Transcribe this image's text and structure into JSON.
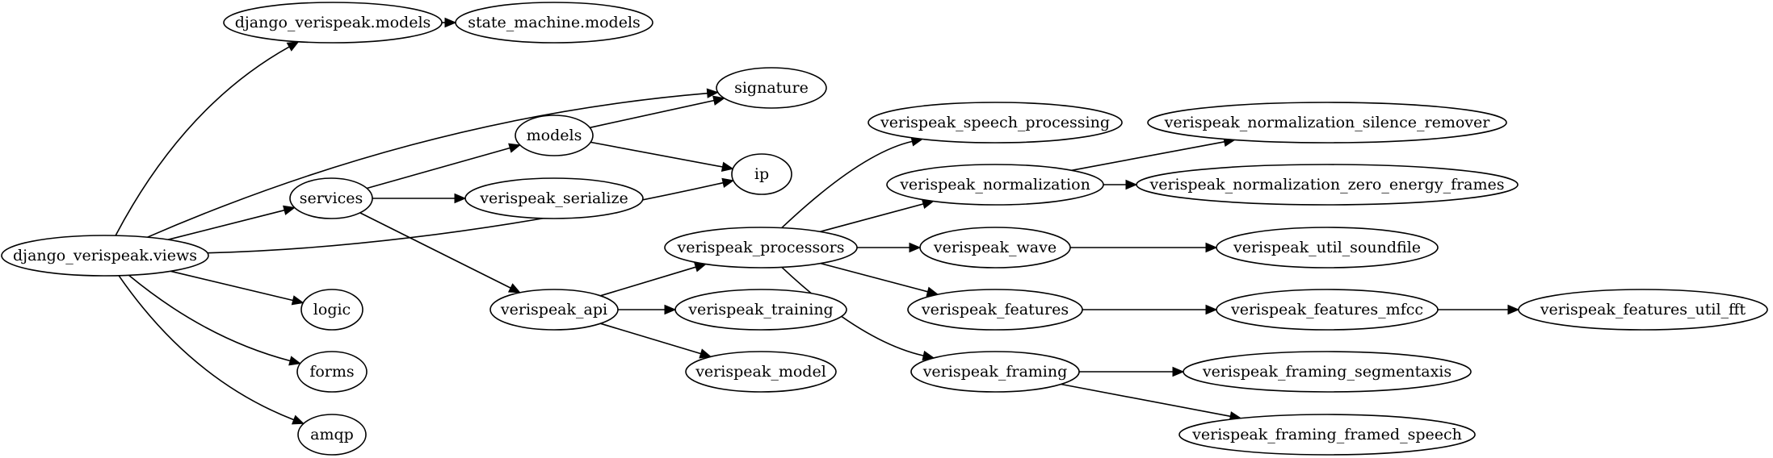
{
  "graph": {
    "nodes": [
      {
        "id": "django_verispeak_views",
        "label": "django_verispeak.views"
      },
      {
        "id": "django_verispeak_models",
        "label": "django_verispeak.models"
      },
      {
        "id": "state_machine_models",
        "label": "state_machine.models"
      },
      {
        "id": "signature",
        "label": "signature"
      },
      {
        "id": "models",
        "label": "models"
      },
      {
        "id": "ip",
        "label": "ip"
      },
      {
        "id": "services",
        "label": "services"
      },
      {
        "id": "verispeak_serialize",
        "label": "verispeak_serialize"
      },
      {
        "id": "verispeak_api",
        "label": "verispeak_api"
      },
      {
        "id": "logic",
        "label": "logic"
      },
      {
        "id": "forms",
        "label": "forms"
      },
      {
        "id": "amqp",
        "label": "amqp"
      },
      {
        "id": "verispeak_training",
        "label": "verispeak_training"
      },
      {
        "id": "verispeak_model",
        "label": "verispeak_model"
      },
      {
        "id": "verispeak_processors",
        "label": "verispeak_processors"
      },
      {
        "id": "verispeak_speech_processing",
        "label": "verispeak_speech_processing"
      },
      {
        "id": "verispeak_normalization",
        "label": "verispeak_normalization"
      },
      {
        "id": "verispeak_wave",
        "label": "verispeak_wave"
      },
      {
        "id": "verispeak_features",
        "label": "verispeak_features"
      },
      {
        "id": "verispeak_framing",
        "label": "verispeak_framing"
      },
      {
        "id": "verispeak_normalization_silence_remover",
        "label": "verispeak_normalization_silence_remover"
      },
      {
        "id": "verispeak_normalization_zero_energy_frames",
        "label": "verispeak_normalization_zero_energy_frames"
      },
      {
        "id": "verispeak_util_soundfile",
        "label": "verispeak_util_soundfile"
      },
      {
        "id": "verispeak_features_mfcc",
        "label": "verispeak_features_mfcc"
      },
      {
        "id": "verispeak_features_util_fft",
        "label": "verispeak_features_util_fft"
      },
      {
        "id": "verispeak_framing_segmentaxis",
        "label": "verispeak_framing_segmentaxis"
      },
      {
        "id": "verispeak_framing_framed_speech",
        "label": "verispeak_framing_framed_speech"
      }
    ],
    "edges": [
      {
        "from": "django_verispeak_views",
        "to": "django_verispeak_models"
      },
      {
        "from": "django_verispeak_views",
        "to": "signature"
      },
      {
        "from": "django_verispeak_views",
        "to": "services"
      },
      {
        "from": "django_verispeak_views",
        "to": "ip"
      },
      {
        "from": "django_verispeak_views",
        "to": "logic"
      },
      {
        "from": "django_verispeak_views",
        "to": "forms"
      },
      {
        "from": "django_verispeak_views",
        "to": "amqp"
      },
      {
        "from": "django_verispeak_models",
        "to": "state_machine_models"
      },
      {
        "from": "models",
        "to": "signature"
      },
      {
        "from": "models",
        "to": "ip"
      },
      {
        "from": "services",
        "to": "models"
      },
      {
        "from": "services",
        "to": "verispeak_serialize"
      },
      {
        "from": "services",
        "to": "verispeak_api"
      },
      {
        "from": "verispeak_api",
        "to": "verispeak_processors"
      },
      {
        "from": "verispeak_api",
        "to": "verispeak_training"
      },
      {
        "from": "verispeak_api",
        "to": "verispeak_model"
      },
      {
        "from": "verispeak_processors",
        "to": "verispeak_speech_processing"
      },
      {
        "from": "verispeak_processors",
        "to": "verispeak_normalization"
      },
      {
        "from": "verispeak_processors",
        "to": "verispeak_wave"
      },
      {
        "from": "verispeak_processors",
        "to": "verispeak_features"
      },
      {
        "from": "verispeak_processors",
        "to": "verispeak_framing"
      },
      {
        "from": "verispeak_normalization",
        "to": "verispeak_normalization_silence_remover"
      },
      {
        "from": "verispeak_normalization",
        "to": "verispeak_normalization_zero_energy_frames"
      },
      {
        "from": "verispeak_wave",
        "to": "verispeak_util_soundfile"
      },
      {
        "from": "verispeak_features",
        "to": "verispeak_features_mfcc"
      },
      {
        "from": "verispeak_features_mfcc",
        "to": "verispeak_features_util_fft"
      },
      {
        "from": "verispeak_framing",
        "to": "verispeak_framing_segmentaxis"
      },
      {
        "from": "verispeak_framing",
        "to": "verispeak_framing_framed_speech"
      }
    ]
  }
}
